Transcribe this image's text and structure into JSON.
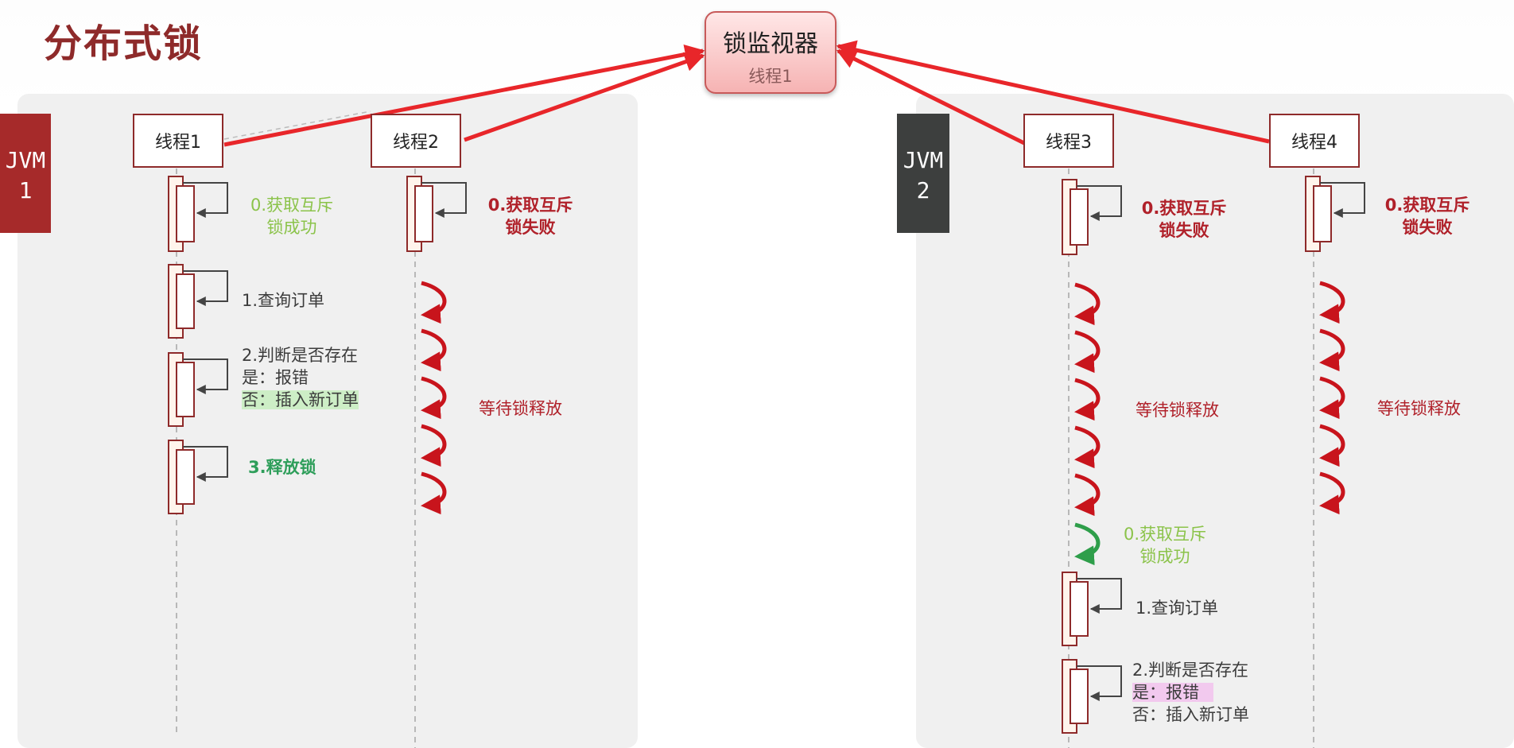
{
  "page": {
    "title": "分布式锁"
  },
  "monitor": {
    "title": "锁监视器",
    "owner": "线程1"
  },
  "jvms": [
    {
      "line1": "JVM",
      "line2": "1",
      "color": "#a62a2a"
    },
    {
      "line1": "JVM",
      "line2": "2",
      "color": "#3d3f3e"
    }
  ],
  "threads": [
    "线程1",
    "线程2",
    "线程3",
    "线程4"
  ],
  "thread1": {
    "step0": [
      "0.获取互斥",
      "锁成功"
    ],
    "step1": "1.查询订单",
    "step2": [
      "2.判断是否存在",
      "是：报错",
      "否：插入新订单"
    ],
    "step3": "3.释放锁"
  },
  "thread2": {
    "step0": [
      "0.获取互斥",
      "锁失败"
    ],
    "wait": "等待锁释放"
  },
  "thread3": {
    "step0": [
      "0.获取互斥",
      "锁失败"
    ],
    "wait": "等待锁释放",
    "retry": [
      "0.获取互斥",
      "锁成功"
    ],
    "step1": "1.查询订单",
    "step2": [
      "2.判断是否存在",
      "是：报错",
      "否：插入新订单"
    ]
  },
  "thread4": {
    "step0": [
      "0.获取互斥",
      "锁失败"
    ],
    "wait": "等待锁释放"
  },
  "colors": {
    "arrow": "#e8262a",
    "border": "#8e2a2a",
    "success": "#8bc34a",
    "fail": "#b0212a",
    "release": "#2e9e5a",
    "retry_arrow": "#2e9e4a"
  }
}
